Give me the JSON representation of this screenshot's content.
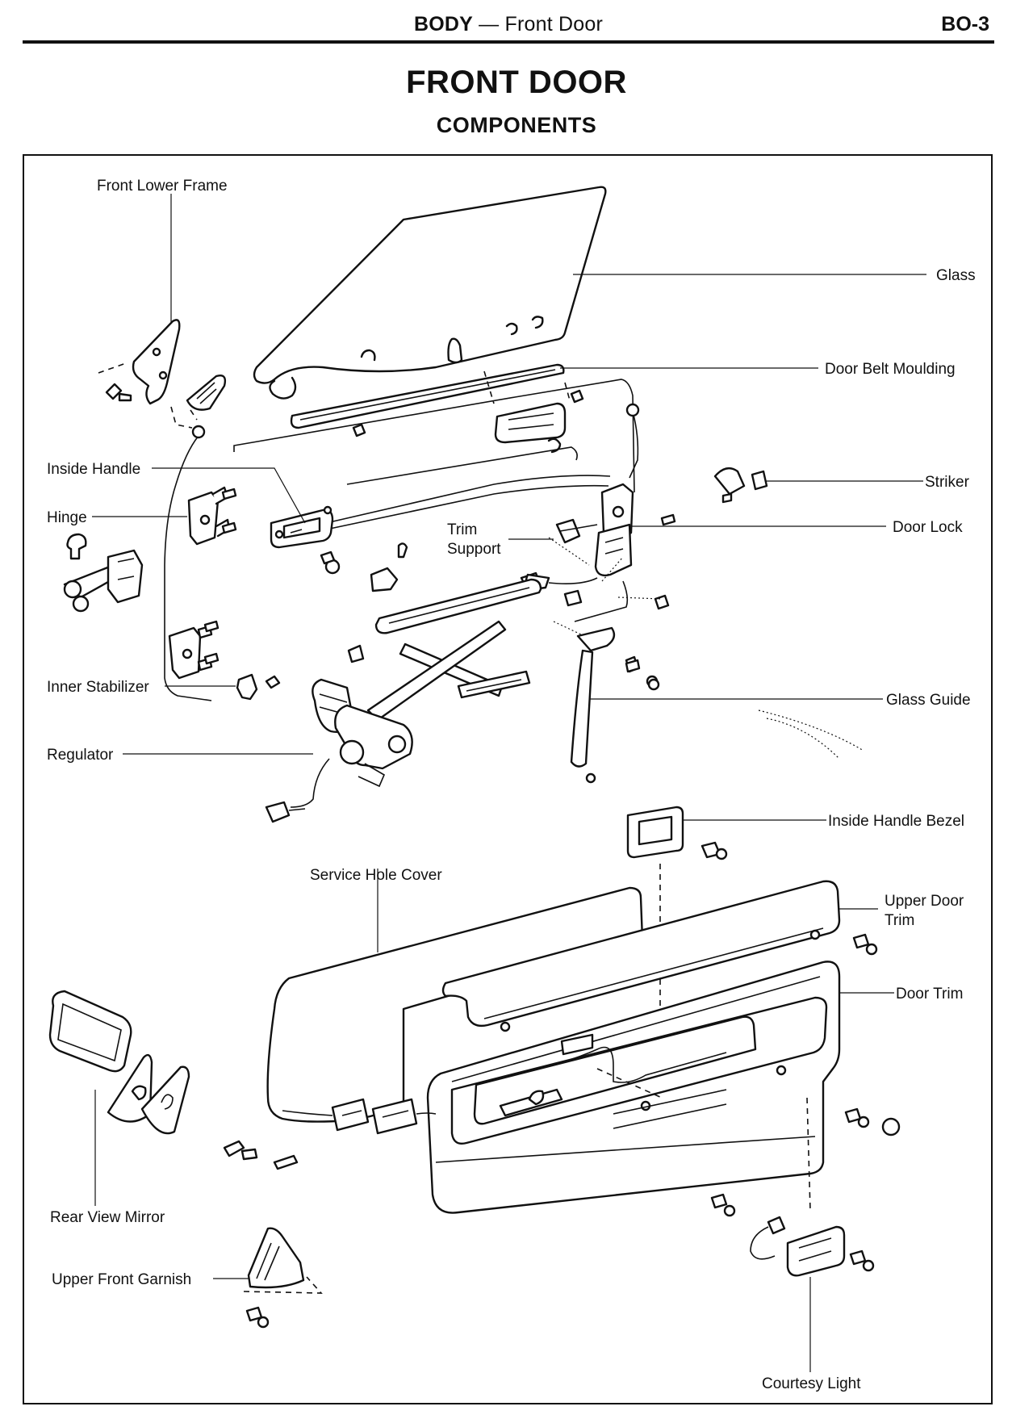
{
  "header": {
    "section": "BODY",
    "separator": " — ",
    "subsection": "Front Door",
    "page_number": "BO-3"
  },
  "title": "FRONT DOOR",
  "subtitle": "COMPONENTS",
  "labels": {
    "front_lower_frame": "Front Lower Frame",
    "glass": "Glass",
    "door_belt_moulding": "Door Belt Moulding",
    "inside_handle": "Inside Handle",
    "hinge": "Hinge",
    "striker": "Striker",
    "door_lock": "Door Lock",
    "trim_support_1": "Trim",
    "trim_support_2": "Support",
    "inner_stabilizer": "Inner Stabilizer",
    "glass_guide": "Glass Guide",
    "regulator": "Regulator",
    "inside_handle_bezel": "Inside Handle Bezel",
    "service_hole_cover": "Service Hole Cover",
    "upper_door_trim_1": "Upper Door",
    "upper_door_trim_2": "Trim",
    "door_trim": "Door Trim",
    "rear_view_mirror": "Rear View Mirror",
    "upper_front_garnish": "Upper Front Garnish",
    "courtesy_light": "Courtesy Light"
  }
}
